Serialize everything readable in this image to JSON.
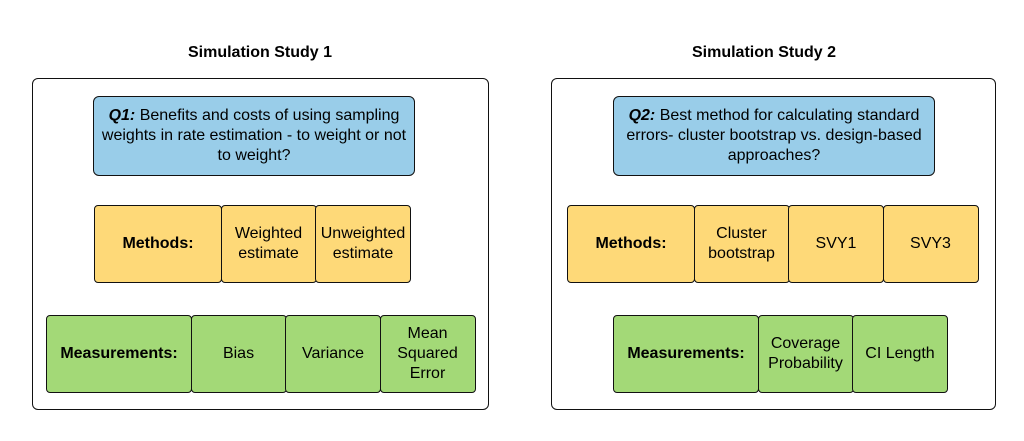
{
  "study1": {
    "title": "Simulation Study 1",
    "question_label": "Q1:",
    "question_text": " Benefits and costs of using sampling weights in rate estimation - to weight or not to weight?",
    "methods": {
      "label": "Methods:",
      "items": [
        "Weighted estimate",
        "Unweighted estimate"
      ]
    },
    "measurements": {
      "label": "Measurements:",
      "items": [
        "Bias",
        "Variance",
        "Mean Squared Error"
      ]
    }
  },
  "study2": {
    "title": "Simulation Study 2",
    "question_label": "Q2:",
    "question_text": " Best method for calculating standard errors- cluster bootstrap vs. design-based approaches?",
    "methods": {
      "label": "Methods:",
      "items": [
        "Cluster bootstrap",
        "SVY1",
        "SVY3"
      ]
    },
    "measurements": {
      "label": "Measurements:",
      "items": [
        "Coverage Probability",
        "CI Length"
      ]
    }
  },
  "colors": {
    "question": "#99cde9",
    "methods": "#fed978",
    "measurements": "#a3d977"
  }
}
